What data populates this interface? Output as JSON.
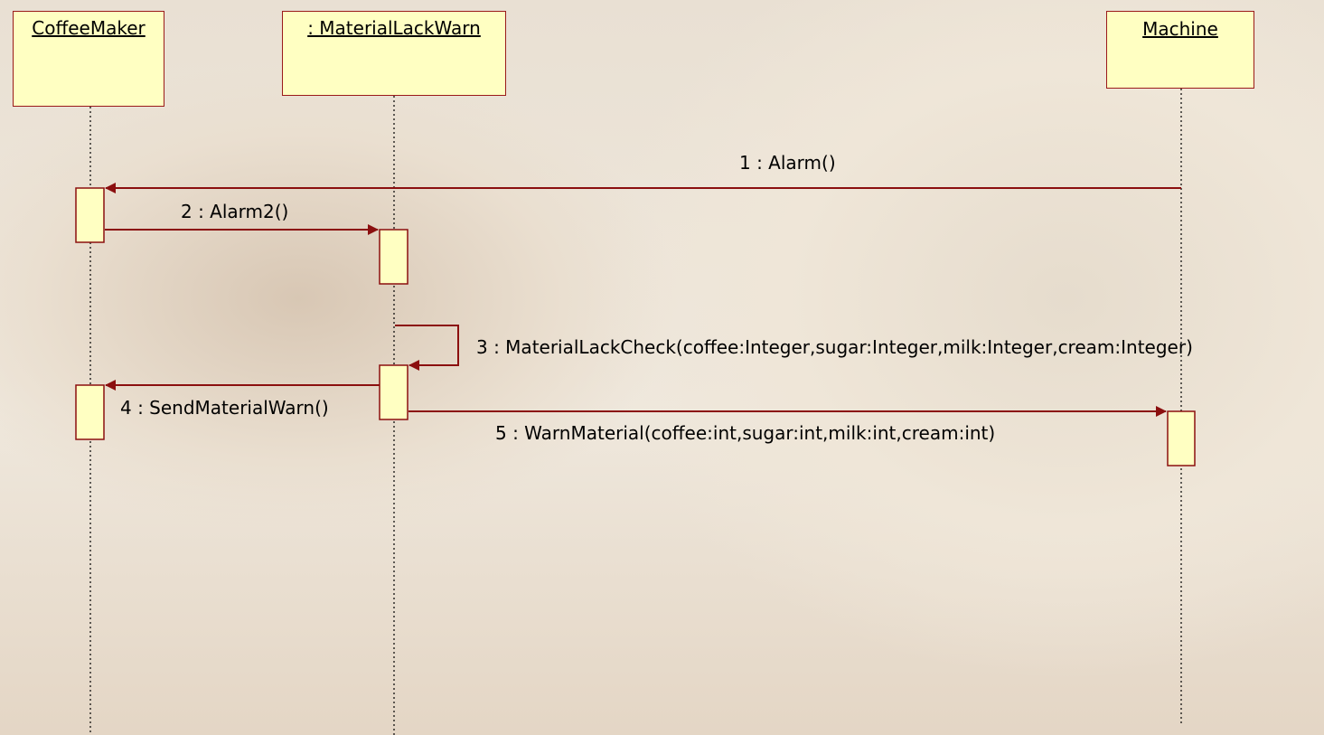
{
  "diagram": {
    "lifelines": [
      {
        "id": "coffeemaker",
        "name": "CoffeeMaker"
      },
      {
        "id": "materiallackwarn",
        "name": ": MaterialLackWarn"
      },
      {
        "id": "machine",
        "name": "Machine"
      }
    ],
    "messages": [
      {
        "id": "m1",
        "label": "1 : Alarm()",
        "from": "machine",
        "to": "coffeemaker"
      },
      {
        "id": "m2",
        "label": "2 : Alarm2()",
        "from": "coffeemaker",
        "to": "materiallackwarn"
      },
      {
        "id": "m3",
        "label": "3 : MaterialLackCheck(coffee:Integer,sugar:Integer,milk:Integer,cream:Integer)",
        "from": "materiallackwarn",
        "to": "materiallackwarn"
      },
      {
        "id": "m4",
        "label": "4 : SendMaterialWarn()",
        "from": "materiallackwarn",
        "to": "coffeemaker"
      },
      {
        "id": "m5",
        "label": "5 : WarnMaterial(coffee:int,sugar:int,milk:int,cream:int)",
        "from": "materiallackwarn",
        "to": "machine"
      }
    ]
  },
  "colors": {
    "box_fill": "#ffffc2",
    "line": "#8b0f0f",
    "lifeline_dots": "#000000"
  }
}
